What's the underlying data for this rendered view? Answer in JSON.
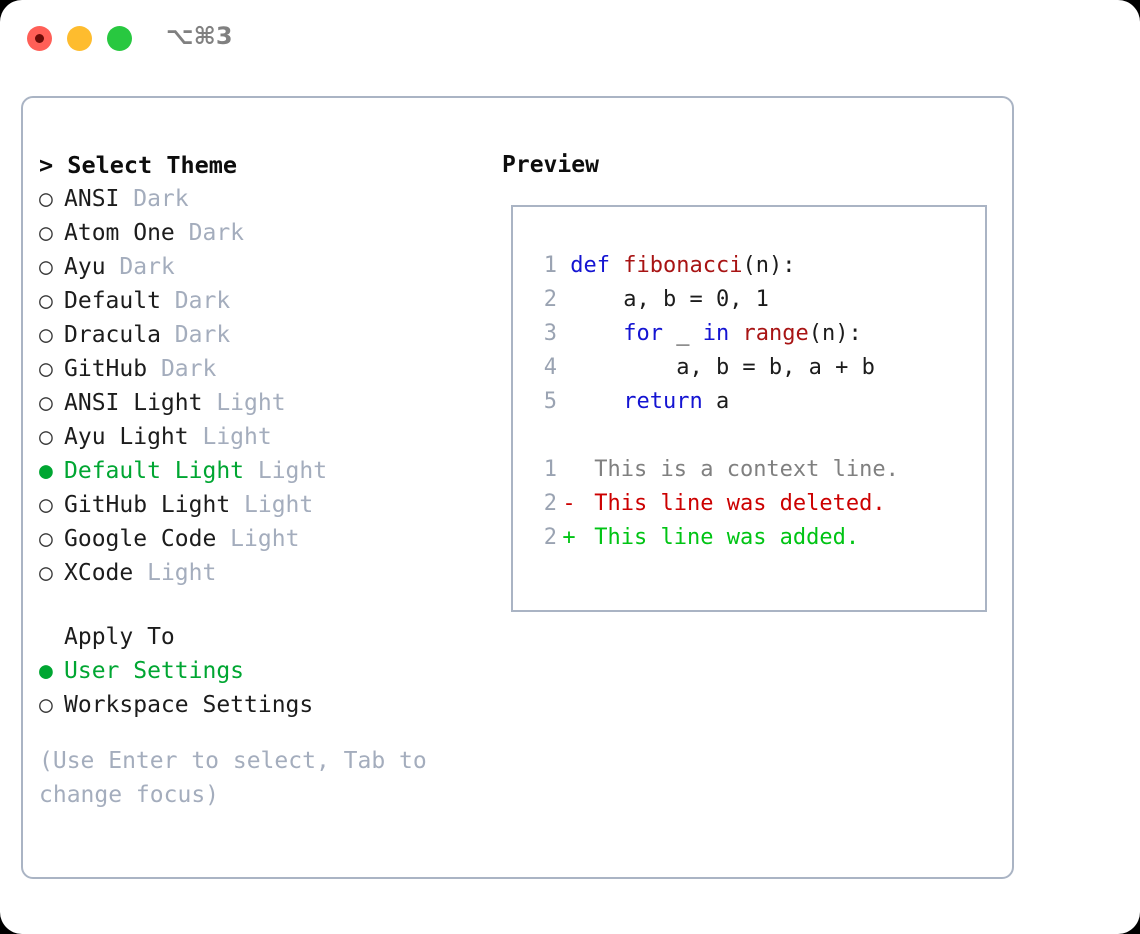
{
  "titlebar": {
    "shortcut": "⌥⌘3",
    "buttons": [
      {
        "name": "close",
        "color": "#ff5f57"
      },
      {
        "name": "minimize",
        "color": "#febc2e"
      },
      {
        "name": "maximize",
        "color": "#28c840"
      }
    ]
  },
  "left": {
    "header": "> Select Theme",
    "themes": [
      {
        "bullet": "○",
        "name": "ANSI",
        "kind": "Dark",
        "selected": false
      },
      {
        "bullet": "○",
        "name": "Atom One",
        "kind": "Dark",
        "selected": false
      },
      {
        "bullet": "○",
        "name": "Ayu",
        "kind": "Dark",
        "selected": false
      },
      {
        "bullet": "○",
        "name": "Default",
        "kind": "Dark",
        "selected": false
      },
      {
        "bullet": "○",
        "name": "Dracula",
        "kind": "Dark",
        "selected": false
      },
      {
        "bullet": "○",
        "name": "GitHub",
        "kind": "Dark",
        "selected": false
      },
      {
        "bullet": "○",
        "name": "ANSI Light",
        "kind": "Light",
        "selected": false
      },
      {
        "bullet": "○",
        "name": "Ayu Light",
        "kind": "Light",
        "selected": false
      },
      {
        "bullet": "●",
        "name": "Default Light",
        "kind": "Light",
        "selected": true
      },
      {
        "bullet": "○",
        "name": "GitHub Light",
        "kind": "Light",
        "selected": false
      },
      {
        "bullet": "○",
        "name": "Google Code",
        "kind": "Light",
        "selected": false
      },
      {
        "bullet": "○",
        "name": "XCode",
        "kind": "Light",
        "selected": false
      }
    ],
    "apply_to_label": "Apply To",
    "apply_to_options": [
      {
        "bullet": "●",
        "name": "User Settings",
        "selected": true
      },
      {
        "bullet": "○",
        "name": "Workspace Settings",
        "selected": false
      }
    ],
    "hint": "(Use Enter to select, Tab to change focus)"
  },
  "right": {
    "preview_title": "Preview",
    "code_lines": [
      {
        "no": "1",
        "segments": [
          {
            "t": "def ",
            "c": "kw"
          },
          {
            "t": "fibonacci",
            "c": "fn"
          },
          {
            "t": "(n):",
            "c": "code-text"
          }
        ]
      },
      {
        "no": "2",
        "segments": [
          {
            "t": "    a, b = 0, 1",
            "c": "code-text"
          }
        ]
      },
      {
        "no": "3",
        "segments": [
          {
            "t": "    ",
            "c": "code-text"
          },
          {
            "t": "for",
            "c": "kw"
          },
          {
            "t": " _ ",
            "c": "code-text"
          },
          {
            "t": "in ",
            "c": "kw"
          },
          {
            "t": "range",
            "c": "fn"
          },
          {
            "t": "(n):",
            "c": "code-text"
          }
        ]
      },
      {
        "no": "4",
        "segments": [
          {
            "t": "        a, b = b, a + b",
            "c": "code-text"
          }
        ]
      },
      {
        "no": "5",
        "segments": [
          {
            "t": "    ",
            "c": "code-text"
          },
          {
            "t": "return ",
            "c": "kw"
          },
          {
            "t": "a",
            "c": "code-text"
          }
        ]
      }
    ],
    "diff_lines": [
      {
        "no": "1",
        "marker": " ",
        "text": "This is a context line.",
        "kind": "ctx"
      },
      {
        "no": "2",
        "marker": "-",
        "text": "This line was deleted.",
        "kind": "del"
      },
      {
        "no": "2",
        "marker": "+",
        "text": "This line was added.",
        "kind": "add"
      }
    ]
  },
  "colors": {
    "accent_green": "#00a632",
    "muted_gray": "#a4adbd",
    "border": "#aab4c4",
    "keyword_blue": "#1414d2",
    "function_red": "#a81414",
    "diff_delete": "#cc0000",
    "diff_add": "#00c414"
  }
}
